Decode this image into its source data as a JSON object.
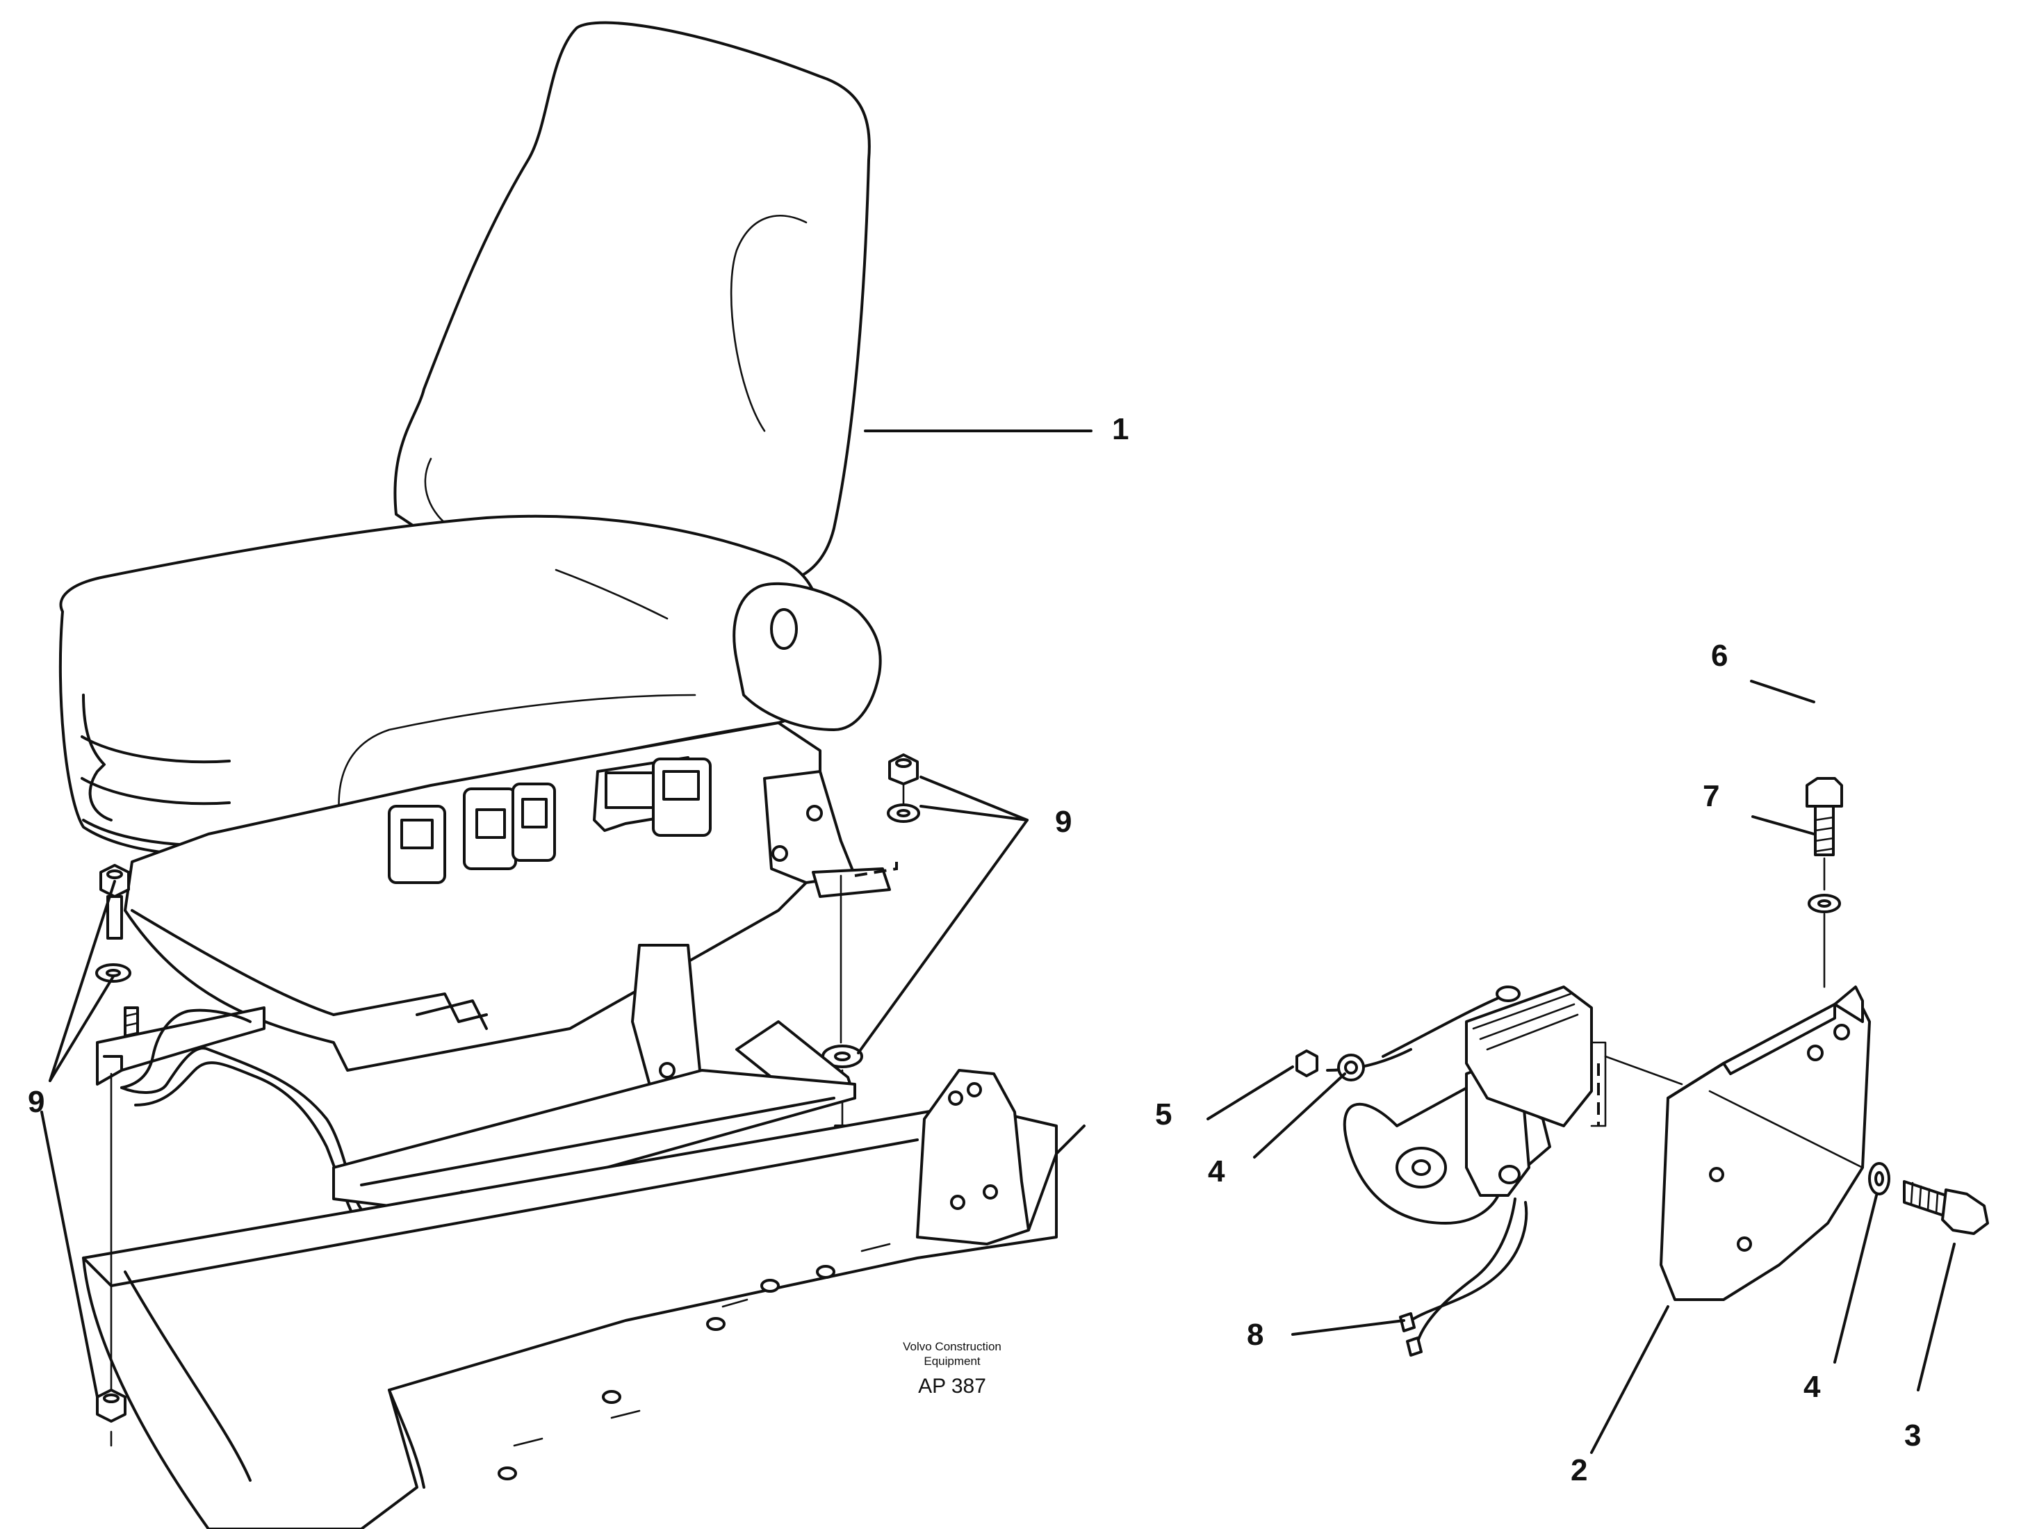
{
  "callouts": {
    "c1": "1",
    "c2": "2",
    "c3": "3",
    "c4a": "4",
    "c4b": "4",
    "c5": "5",
    "c6": "6",
    "c7": "7",
    "c8": "8",
    "c9a": "9",
    "c9b": "9"
  },
  "stamp": {
    "line1": "Volvo Construction",
    "line2": "Equipment",
    "code": "AP 387"
  }
}
